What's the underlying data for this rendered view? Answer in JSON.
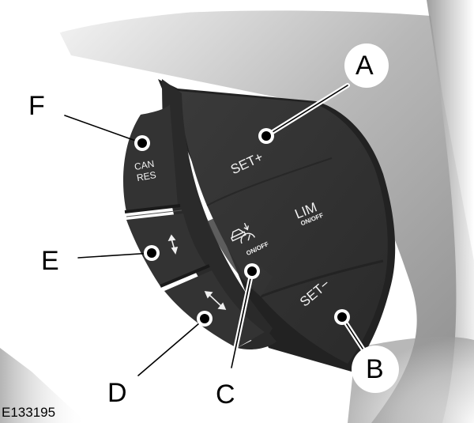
{
  "figure": {
    "reference_code": "E133195",
    "subject": "Steering wheel cruise control switch cluster",
    "colors": {
      "switch_body": "#2f2f2f",
      "switch_dark": "#1e1e1e",
      "trim_grey": "#9a9a9a",
      "background": "#ffffff",
      "callout_fill": "#ffffff",
      "callout_dot": "#000000"
    }
  },
  "buttons": {
    "set_plus": "SET+",
    "lim": "LIM",
    "lim_sub": "ON/OFF",
    "set_minus": "SET−",
    "cruise_onoff": "ON/OFF",
    "can": "CAN",
    "res": "RES",
    "gap_up_down": "↕",
    "gap_diag": "↗"
  },
  "callouts": [
    {
      "letter": "A",
      "target": "SET+ button"
    },
    {
      "letter": "B",
      "target": "SET− button"
    },
    {
      "letter": "C",
      "target": "Cruise control ON/OFF button"
    },
    {
      "letter": "D",
      "target": "Gap adjust button"
    },
    {
      "letter": "E",
      "target": "Gap adjust button"
    },
    {
      "letter": "F",
      "target": "CAN/RES button"
    }
  ]
}
